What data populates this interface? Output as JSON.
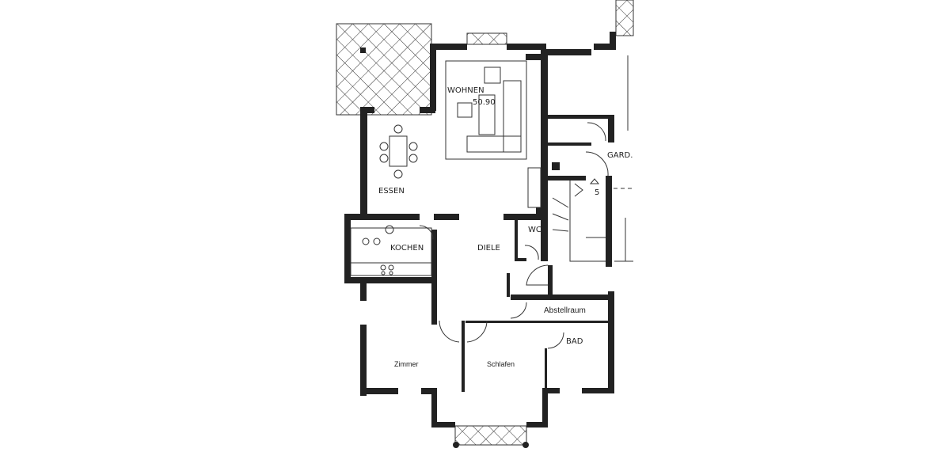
{
  "rooms": {
    "wohnen": {
      "label": "WOHNEN",
      "area": "50.90"
    },
    "essen": {
      "label": "ESSEN"
    },
    "kochen": {
      "label": "KOCHEN"
    },
    "diele": {
      "label": "DIELE"
    },
    "wc": {
      "label": "WC"
    },
    "garderobe": {
      "label": "GARD."
    },
    "abstellraum": {
      "label": "Abstellraum"
    },
    "bad": {
      "label": "BAD"
    },
    "zimmer": {
      "label": "Zimmer"
    },
    "schlafen": {
      "label": "Schlafen"
    }
  },
  "stairs": {
    "label": "5"
  },
  "colors": {
    "wall": "#222222",
    "background": "#ffffff"
  }
}
